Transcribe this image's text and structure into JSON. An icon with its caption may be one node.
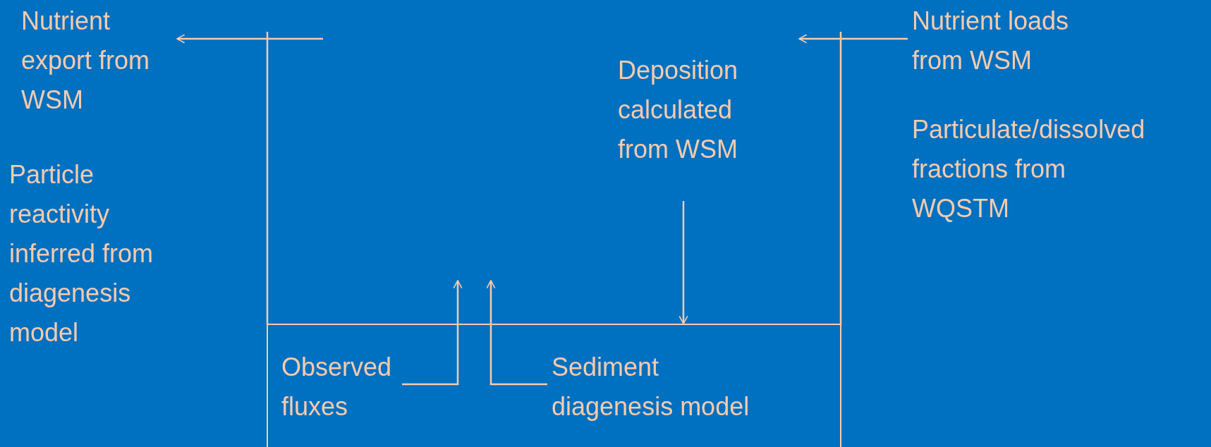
{
  "diagram": {
    "nodes": [
      {
        "text": [
          "Nutrient export from WSM"
        ]
      },
      {
        "text": [
          "Particle reactivity inferred from diagenesis model"
        ]
      },
      {
        "text": [
          "Deposition calculated from WSM"
        ]
      },
      {
        "text": [
          "Nutrient loads from WSM"
        ]
      },
      {
        "text": [
          "Particulate/dissolved fractions from WQSTM"
        ]
      },
      {
        "text": [],
        "shape": "box"
      },
      {
        "text": [
          "Observed fluxes"
        ],
        "in": 5
      },
      {
        "text": [
          "Sediment diagenesis model"
        ],
        "in": 5
      }
    ],
    "edges": [
      {
        "from": null,
        "to": 0,
        "arrow": "to"
      },
      {
        "from": 3,
        "to": null,
        "arrow": "to"
      },
      {
        "from": 2,
        "to": 5,
        "arrow": "to"
      },
      {
        "from": 6,
        "to": null,
        "arrow": "to"
      },
      {
        "from": 7,
        "to": null,
        "arrow": "to"
      }
    ]
  }
}
